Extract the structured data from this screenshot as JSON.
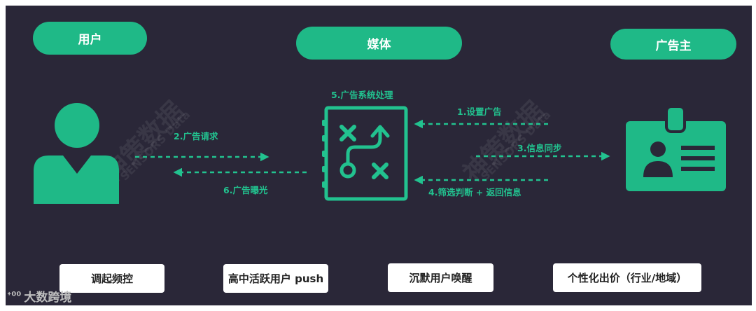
{
  "actors": {
    "user": "用户",
    "media": "媒体",
    "advertiser": "广告主"
  },
  "steps": {
    "process": "5.广告系统处理",
    "setup": "1.设置广告",
    "request": "2.广告请求",
    "sync": "3.信息同步",
    "exposure": "6.广告曝光",
    "filter": "4.筛选判断 + 返回信息"
  },
  "bottom_labels": [
    "调起频控",
    "高中活跃用户 push",
    "沉默用户唤醒",
    "个性化出价（行业/地域）"
  ],
  "watermark": {
    "brand_cn": "神策数据",
    "brand_en": "SENSORS Data"
  },
  "footer_logo": "大数跨境",
  "colors": {
    "background": "#2a2738",
    "accent": "#1fb987",
    "icon": "#22c28f"
  }
}
